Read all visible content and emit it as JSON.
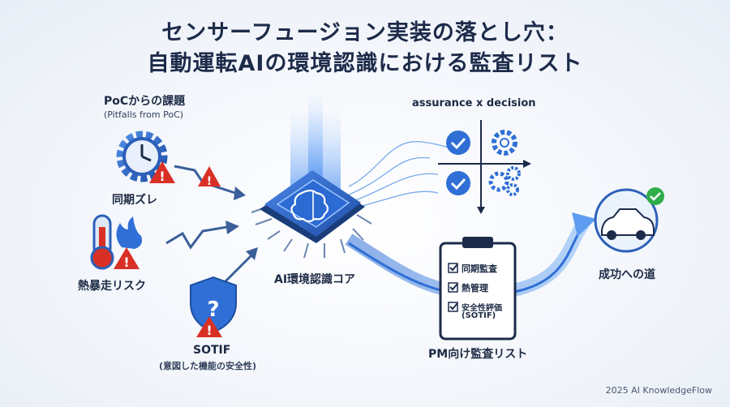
{
  "title": {
    "line1": "センサーフュージョン実装の落とし穴：",
    "line2": "自動運転AIの環境認識における監査リスト"
  },
  "poc": {
    "heading": "PoCからの課題",
    "subheading": "(Pitfalls from PoC)"
  },
  "issues": [
    {
      "label": "同期ズレ",
      "icon": "clock-gear-icon"
    },
    {
      "label": "熱暴走リスク",
      "icon": "thermometer-flame-icon"
    },
    {
      "label": "SOTIF",
      "sub": "(意図した機能の安全性)",
      "icon": "shield-question-icon"
    }
  ],
  "core": {
    "label": "AI環境認識コア",
    "icon": "brain-chip-icon"
  },
  "quadrant": {
    "label": "assurance x decision"
  },
  "checklist": {
    "label": "PM向け監査リスト",
    "items": [
      "同期監査",
      "熱管理",
      "安全性評価",
      "(SOTIF)"
    ]
  },
  "success": {
    "label": "成功への道",
    "icon": "car-check-icon"
  },
  "footer": "2025 AI KnowledgeFlow",
  "colors": {
    "accent": "#2f6fd6",
    "warning": "#d93025",
    "success": "#2fae4a",
    "navy": "#1d2b4a"
  }
}
